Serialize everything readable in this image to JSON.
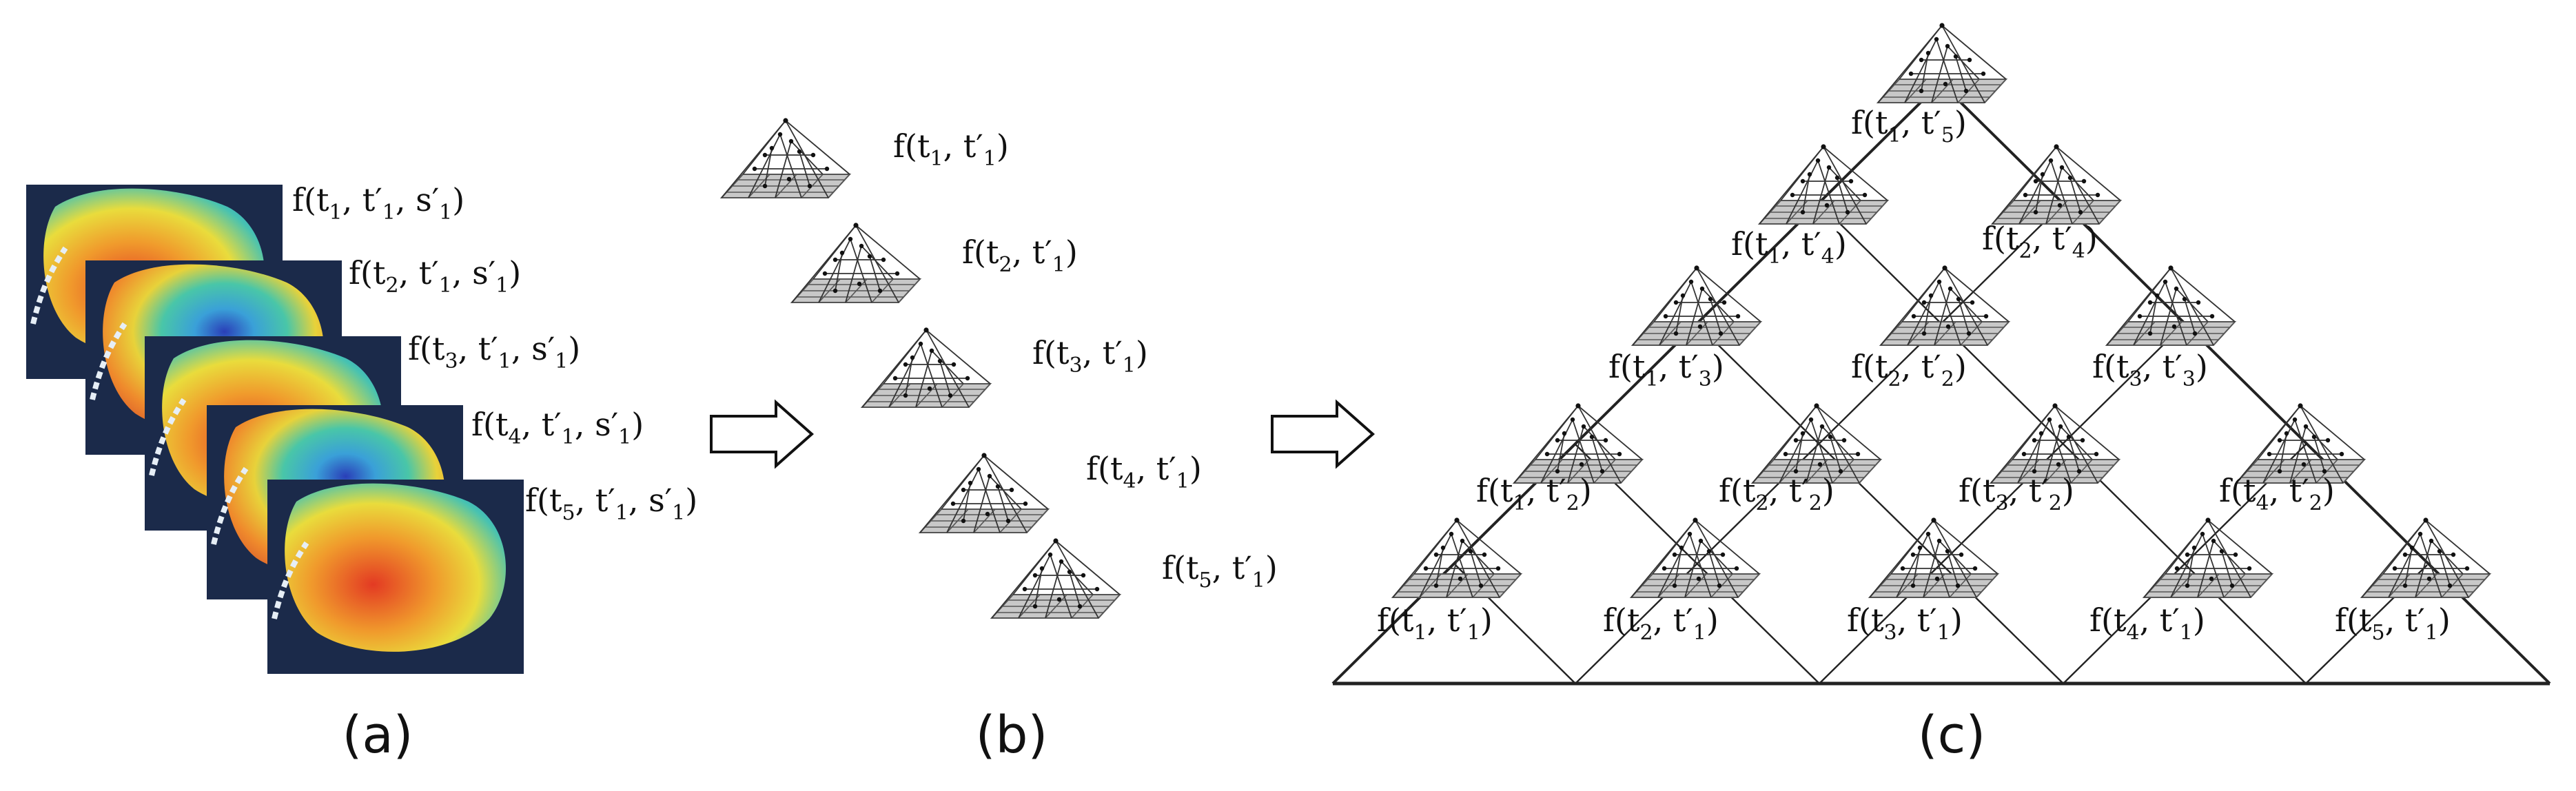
{
  "panel_a": {
    "caption": "(a)",
    "frames": [
      {
        "t": "1",
        "tp": "1",
        "sp": "1"
      },
      {
        "t": "2",
        "tp": "1",
        "sp": "1"
      },
      {
        "t": "3",
        "tp": "1",
        "sp": "1"
      },
      {
        "t": "4",
        "tp": "1",
        "sp": "1"
      },
      {
        "t": "5",
        "tp": "1",
        "sp": "1"
      }
    ]
  },
  "panel_b": {
    "caption": "(b)",
    "items": [
      {
        "t": "1",
        "tp": "1"
      },
      {
        "t": "2",
        "tp": "1"
      },
      {
        "t": "3",
        "tp": "1"
      },
      {
        "t": "4",
        "tp": "1"
      },
      {
        "t": "5",
        "tp": "1"
      }
    ]
  },
  "panel_c": {
    "caption": "(c)",
    "rows": [
      [
        {
          "t": "1",
          "tp": "5"
        }
      ],
      [
        {
          "t": "1",
          "tp": "4"
        },
        {
          "t": "2",
          "tp": "4"
        }
      ],
      [
        {
          "t": "1",
          "tp": "3"
        },
        {
          "t": "2",
          "tp": "2"
        },
        {
          "t": "3",
          "tp": "3"
        }
      ],
      [
        {
          "t": "1",
          "tp": "2"
        },
        {
          "t": "2",
          "tp": "2"
        },
        {
          "t": "3",
          "tp": "2"
        },
        {
          "t": "4",
          "tp": "2"
        }
      ],
      [
        {
          "t": "1",
          "tp": "1"
        },
        {
          "t": "2",
          "tp": "1"
        },
        {
          "t": "3",
          "tp": "1"
        },
        {
          "t": "4",
          "tp": "1"
        },
        {
          "t": "5",
          "tp": "1"
        }
      ]
    ]
  },
  "colors": {
    "map_background": "#1b2a4a",
    "grid_fill": "#c8c8c8",
    "line": "#333333"
  }
}
